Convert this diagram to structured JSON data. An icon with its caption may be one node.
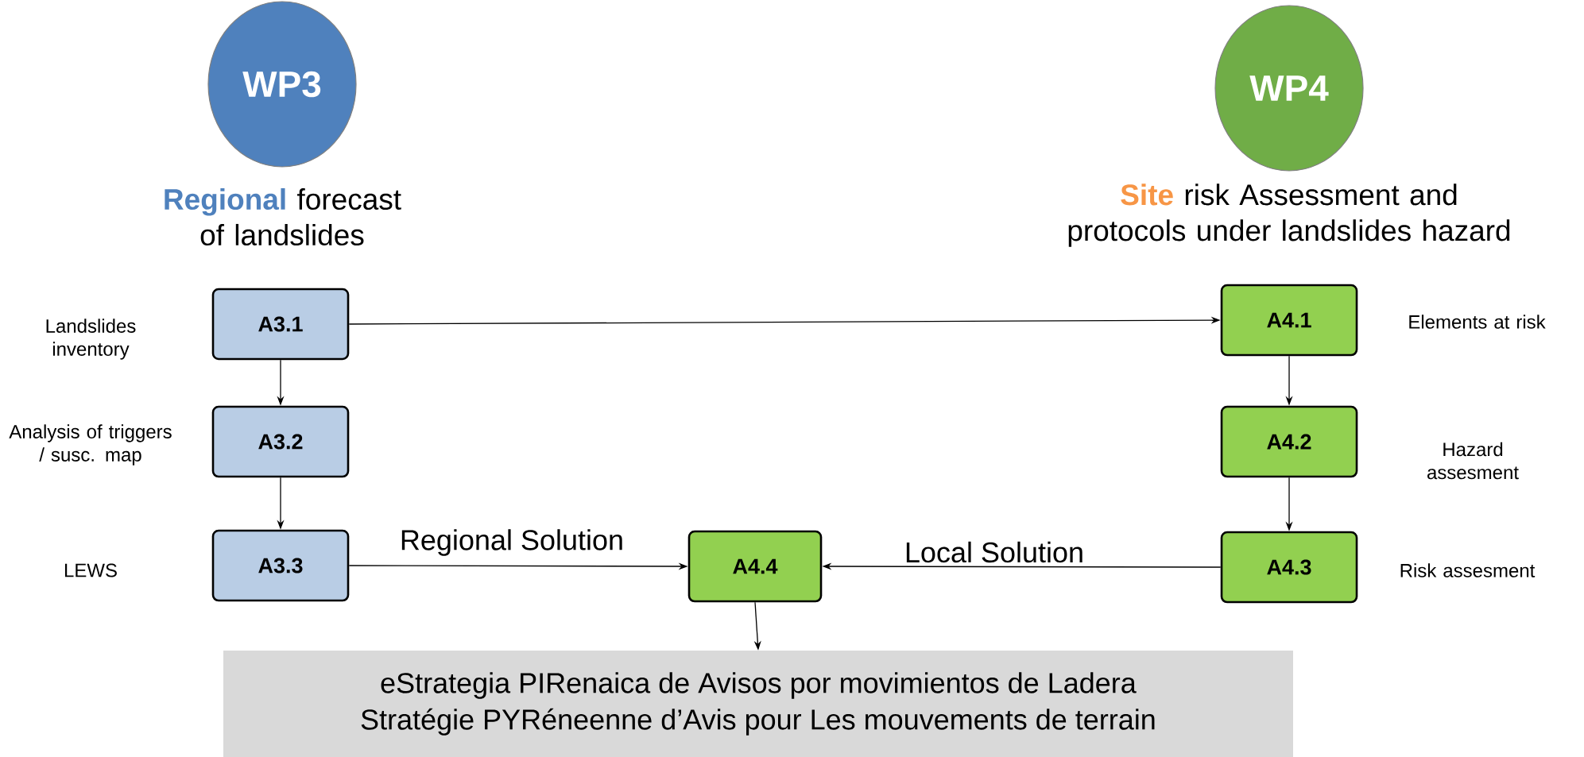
{
  "diagram": {
    "nodes": [
      {
        "text": [
          "WP3"
        ],
        "beside": [
          "**Regional** forecast of landslides"
        ]
      },
      {
        "text": [
          "WP4"
        ],
        "beside": [
          "**Site** risk Assessment and protocols under landslides hazard"
        ]
      },
      {
        "text": [
          "A3.1"
        ]
      },
      {
        "text": [
          "A4.1"
        ],
        "beside": [
          "Elements at risk"
        ]
      },
      {
        "text": [
          "A3.2"
        ]
      },
      {
        "text": [
          "A4.2"
        ],
        "beside": [
          "Hazard assesment"
        ]
      },
      {
        "text": [
          "A3.3"
        ]
      },
      {
        "text": [
          "A4.4"
        ]
      },
      {
        "text": [
          "A4.3"
        ],
        "beside": [
          "Risk assesment"
        ]
      },
      {
        "text": [
          "eStrategia PIRenaica de Avisos por movimientos de Ladera",
          "Stratégie PYRéneenne d’Avis pour Les mouvements de terrain"
        ]
      }
    ],
    "edges": [
      {
        "from": 2,
        "to": 3,
        "arrow": "to"
      },
      {
        "from": 2,
        "to": 4,
        "arrow": "to"
      },
      {
        "from": 4,
        "to": 6,
        "arrow": "to"
      },
      {
        "from": 6,
        "to": 7,
        "arrow": "to",
        "label": "Regional Solution"
      },
      {
        "from": 8,
        "to": 7,
        "arrow": "to",
        "label": "Local Solution"
      },
      {
        "from": 3,
        "to": 5,
        "arrow": "to"
      },
      {
        "from": 5,
        "to": 8,
        "arrow": "to"
      },
      {
        "from": 7,
        "to": 9,
        "arrow": "to"
      }
    ],
    "labels": [
      "Landslides inventory",
      "Analysis of triggers / susc. map",
      "LEWS"
    ]
  }
}
